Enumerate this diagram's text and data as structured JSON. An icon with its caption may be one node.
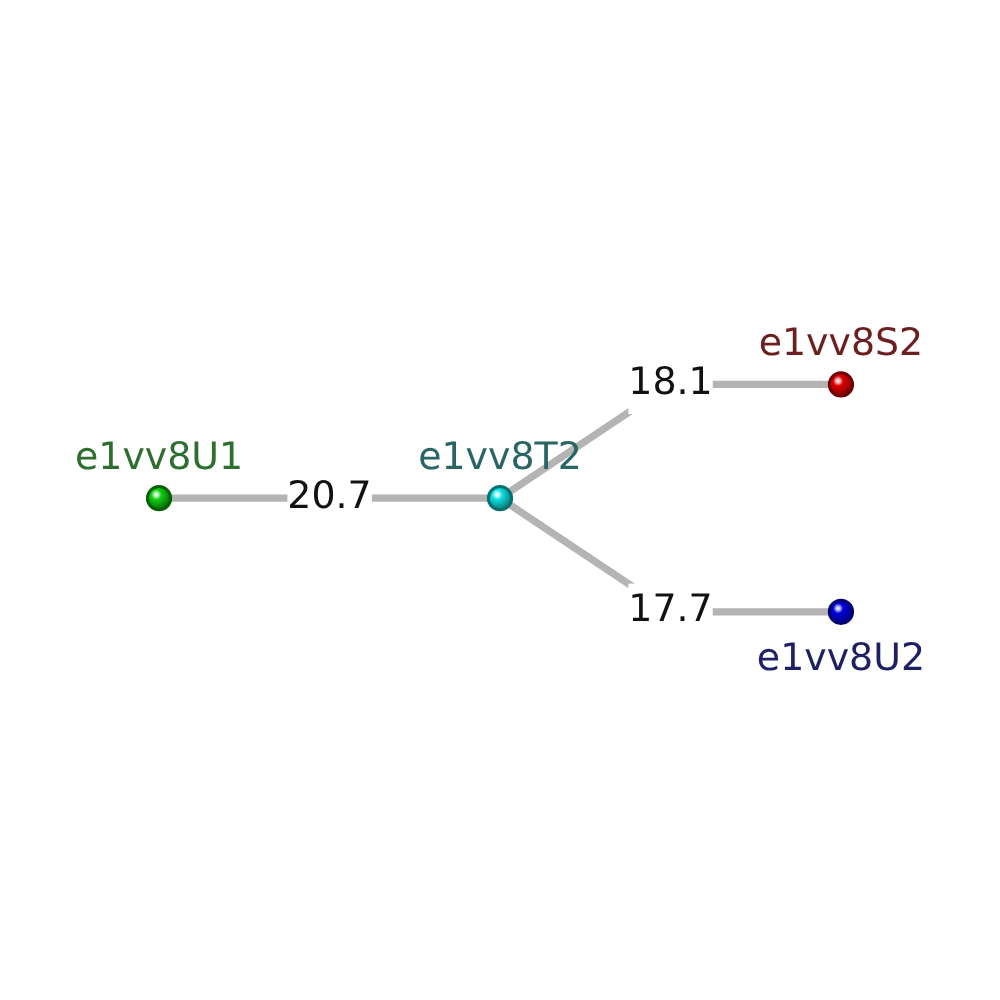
{
  "diagram": {
    "nodes": [
      {
        "text": [],
        "shape": "circle",
        "beside": [
          "e1vv8S2"
        ]
      },
      {
        "text": [],
        "shape": "circle",
        "beside": [
          "e1vv8U1"
        ]
      },
      {
        "text": [],
        "shape": "circle",
        "beside": [
          "e1vv8T2"
        ]
      },
      {
        "text": [],
        "shape": "circle",
        "beside": [
          "e1vv8U2"
        ]
      }
    ],
    "edges": [
      {
        "from": 2,
        "to": 0,
        "arrow": "none",
        "label": "18.1"
      },
      {
        "from": 1,
        "to": 2,
        "arrow": "none",
        "label": "20.7"
      },
      {
        "from": 2,
        "to": 3,
        "arrow": "none",
        "label": "17.7"
      }
    ]
  }
}
